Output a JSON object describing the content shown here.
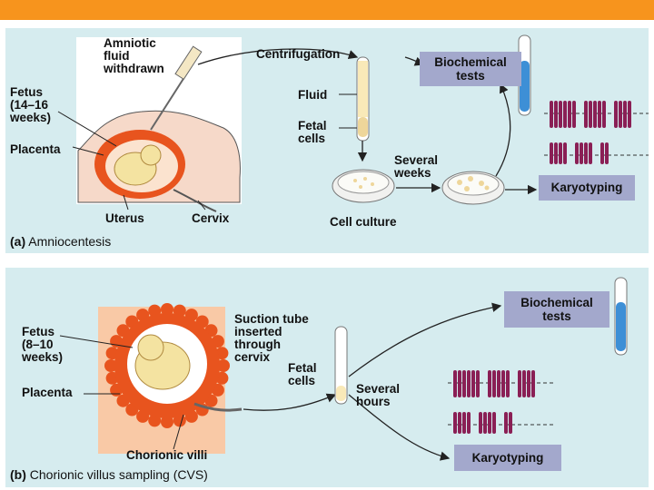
{
  "panel_a": {
    "labels": {
      "amniotic_fluid": "Amniotic\nfluid\nwithdrawn",
      "fetus": "Fetus\n(14–16\nweeks)",
      "placenta": "Placenta",
      "uterus": "Uterus",
      "cervix": "Cervix",
      "centrifugation": "Centrifugation",
      "fluid": "Fluid",
      "fetal_cells": "Fetal\ncells",
      "several_weeks": "Several\nweeks",
      "cell_culture": "Cell culture",
      "biochemical_tests": "Biochemical\ntests",
      "karyotyping": "Karyotyping"
    },
    "caption_letter": "(a)",
    "caption_text": "Amniocentesis"
  },
  "panel_b": {
    "labels": {
      "fetus": "Fetus\n(8–10\nweeks)",
      "placenta": "Placenta",
      "chorionic_villi": "Chorionic villi",
      "suction_tube": "Suction tube\ninserted\nthrough\ncervix",
      "fetal_cells": "Fetal\ncells",
      "several_hours": "Several\nhours",
      "biochemical_tests": "Biochemical\ntests",
      "karyotyping": "Karyotyping"
    },
    "caption_letter": "(b)",
    "caption_text": "Chorionic villus sampling (CVS)"
  },
  "colors": {
    "top_bar": "#f7941d",
    "panel_bg": "#d6ecef",
    "label_box": "#a3a8cc",
    "chromosome": "#8a1f55",
    "placenta_red": "#e8541e",
    "fetus_yellow": "#f4e3a1",
    "tube_liquid": "#f9e9b8",
    "test_blue": "#3d8fd6"
  }
}
